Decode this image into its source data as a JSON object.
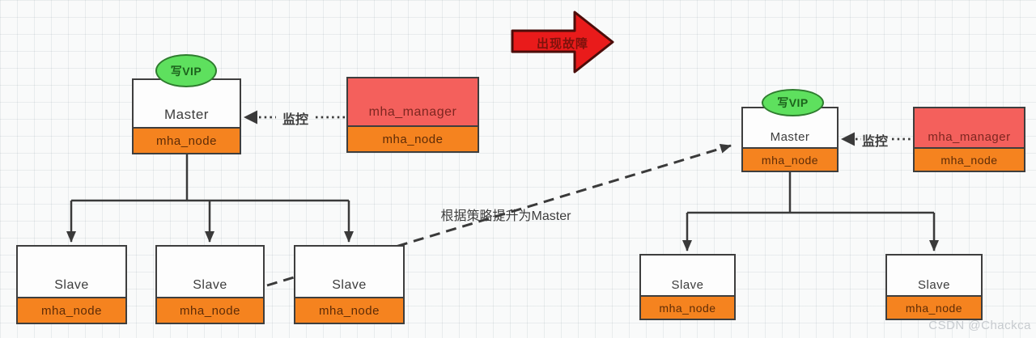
{
  "diagram_title": "MySQL MHA failover diagram",
  "colors": {
    "node_border": "#3e3e3e",
    "agent_orange": "#F5831F",
    "manager_red": "#F4605C",
    "vip_green": "#5EE05E",
    "fault_arrow_red": "#E91B1B",
    "line_dark": "#3a3a3a",
    "grid_bg": "#f9fafa",
    "watermark_gray": "#c7cbcf"
  },
  "fault_arrow": {
    "label": "出现故障"
  },
  "promote_label": "根据策略提升为Master",
  "watermark": "CSDN @Chackca",
  "left": {
    "vip": "写VIP",
    "monitor": "监控",
    "master": {
      "title": "Master",
      "agent": "mha_node"
    },
    "manager": {
      "title": "mha_manager",
      "agent": "mha_node"
    },
    "slaves": [
      {
        "title": "Slave",
        "agent": "mha_node"
      },
      {
        "title": "Slave",
        "agent": "mha_node"
      },
      {
        "title": "Slave",
        "agent": "mha_node"
      }
    ]
  },
  "right": {
    "vip": "写VIP",
    "monitor": "监控",
    "master": {
      "title": "Master",
      "agent": "mha_node"
    },
    "manager": {
      "title": "mha_manager",
      "agent": "mha_node"
    },
    "slaves": [
      {
        "title": "Slave",
        "agent": "mha_node"
      },
      {
        "title": "Slave",
        "agent": "mha_node"
      }
    ]
  }
}
